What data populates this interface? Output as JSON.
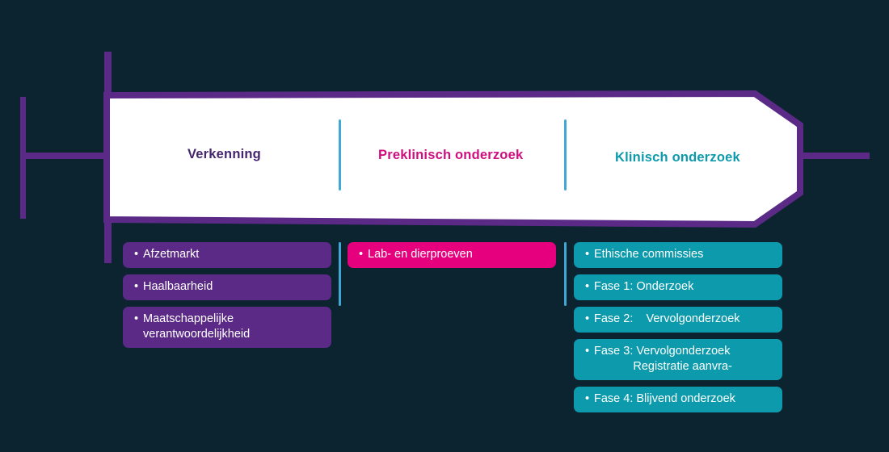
{
  "colors": {
    "background": "#0b2430",
    "purple": "#5b2a86",
    "purple_text": "#45266e",
    "pink": "#e6007e",
    "pink_text": "#cf0e80",
    "teal": "#0c9aac",
    "separator_blue": "#3fa9d4",
    "banner_fill": "#ffffff"
  },
  "banner": {
    "stages": [
      {
        "label": "Verkenning"
      },
      {
        "label": "Preklinisch onderzoek"
      },
      {
        "label": "Klinisch onderzoek"
      }
    ]
  },
  "bullet": "•",
  "columns": [
    {
      "name": "verkenning",
      "items": [
        {
          "text": "Afzetmarkt"
        },
        {
          "text": "Haalbaarheid"
        },
        {
          "text": "Maatschappelijke\nverantwoordelijkheid"
        }
      ]
    },
    {
      "name": "preklinisch",
      "items": [
        {
          "text": "Lab- en dierproeven"
        }
      ]
    },
    {
      "name": "klinisch",
      "items": [
        {
          "text": "Ethische commissies"
        },
        {
          "text": "Fase 1: Onderzoek"
        },
        {
          "text": "Fase 2:    Vervolgonderzoek"
        },
        {
          "text": "Fase 3: Vervolgonderzoek\n            Registratie aanvra-"
        },
        {
          "text": "Fase 4: Blijvend onderzoek"
        }
      ]
    }
  ]
}
